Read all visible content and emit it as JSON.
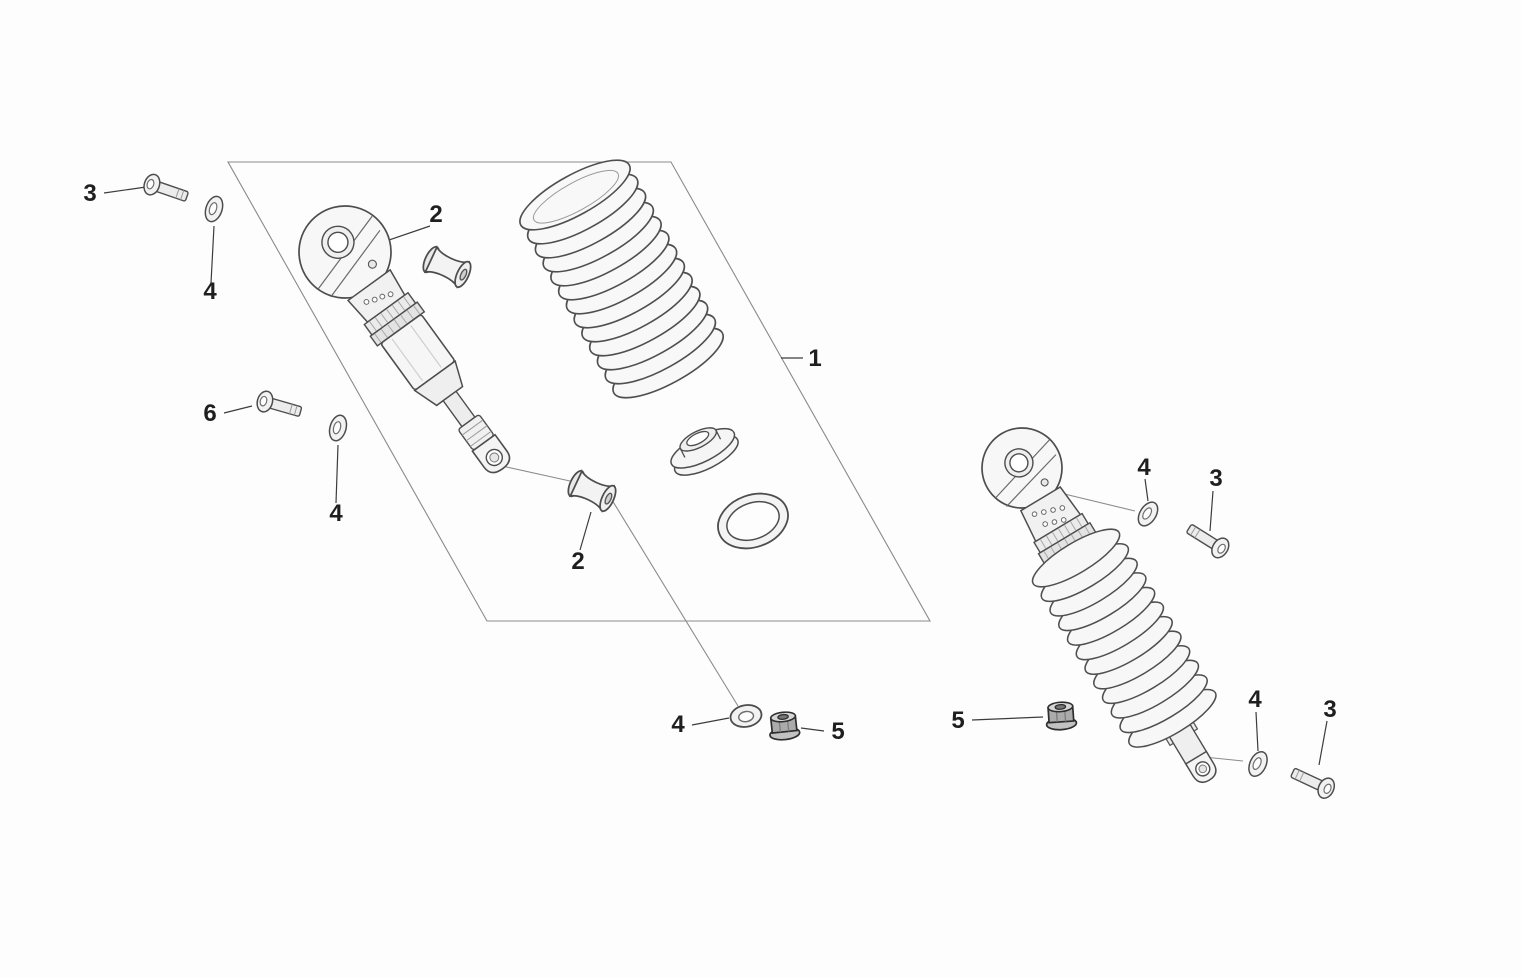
{
  "diagram": {
    "type": "exploded-parts-diagram",
    "background": "#fdfdfd",
    "line_color": "#4d4d4d",
    "label_color": "#1f1f1f",
    "icons": {
      "1": "shock-absorber-assembly-icon",
      "2": "bushing-icon",
      "3": "bolt-icon",
      "4": "washer-icon",
      "5": "nut-icon",
      "6": "bolt-icon"
    },
    "callouts": [
      {
        "label": "3"
      },
      {
        "label": "4"
      },
      {
        "label": "2"
      },
      {
        "label": "1"
      },
      {
        "label": "6"
      },
      {
        "label": "4"
      },
      {
        "label": "2"
      },
      {
        "label": "4"
      },
      {
        "label": "5"
      },
      {
        "label": "5"
      },
      {
        "label": "4"
      },
      {
        "label": "3"
      },
      {
        "label": "4"
      },
      {
        "label": "3"
      }
    ]
  }
}
